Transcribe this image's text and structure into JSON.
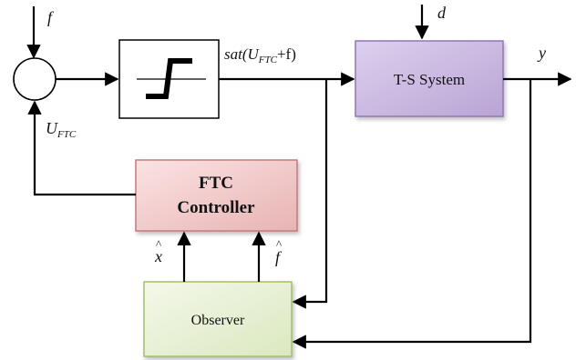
{
  "signals": {
    "f": "f",
    "d": "d",
    "y": "y",
    "u_ftc_main": "U",
    "u_ftc_sub": "FTC",
    "sat_prefix": "sat(U",
    "sat_sub": "FTC",
    "sat_suffix": "+f)",
    "x_hat": "x",
    "f_hat": "f",
    "hat_mark": "^"
  },
  "blocks": {
    "summing_junction": "",
    "saturation": "",
    "ts_system": "T-S System",
    "ftc_line1": "FTC",
    "ftc_line2": "Controller",
    "observer": "Observer"
  },
  "colors": {
    "ts_fill": "#c7b6dd",
    "ts_stroke": "#8e78b8",
    "ftc_fill": "#f1c8c8",
    "ftc_stroke": "#c47b7b",
    "observer_fill": "#e6efd0",
    "observer_stroke": "#a3bf6a"
  }
}
